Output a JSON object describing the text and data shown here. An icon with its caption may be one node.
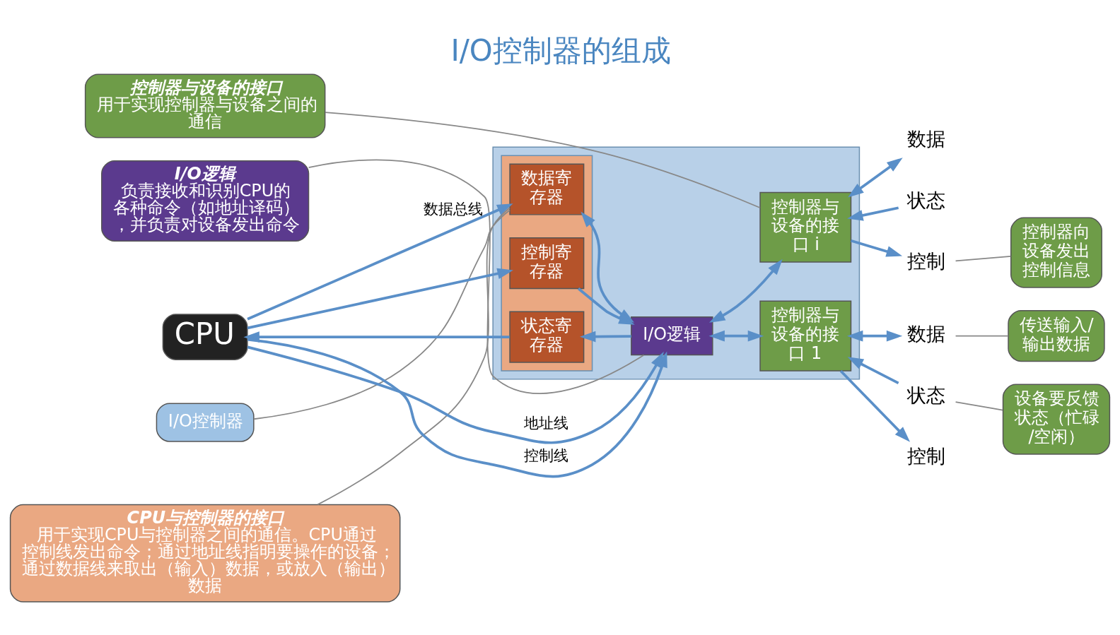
{
  "diagram": {
    "title": "I/O控制器的组成",
    "nodes": [
      {
        "text": [],
        "shape": "box"
      },
      {
        "text": [],
        "shape": "box",
        "in": 0
      },
      {
        "text": [
          "数据寄存器"
        ],
        "in": 1
      },
      {
        "text": [
          "控制寄存器"
        ],
        "in": 1
      },
      {
        "text": [
          "状态寄存器"
        ],
        "in": 1
      },
      {
        "text": [
          "I/O逻辑"
        ],
        "in": 0
      },
      {
        "text": [
          "控制器与设备的接口 1"
        ],
        "in": 0
      },
      {
        "text": [
          "控制器与设备的接口 i"
        ],
        "in": 0
      },
      {
        "text": [
          "CPU"
        ]
      },
      {
        "text": [
          "数据"
        ]
      },
      {
        "text": [
          "状态"
        ]
      },
      {
        "text": [
          "控制"
        ]
      },
      {
        "text": [
          "数据"
        ]
      },
      {
        "text": [
          "状态"
        ]
      },
      {
        "text": [
          "控制"
        ]
      },
      {
        "text": [
          "I/O控制器"
        ]
      },
      {
        "text": [
          "传送输入/输出数据"
        ]
      },
      {
        "text": [
          "设备要反馈状态（忙碌/空闲）"
        ]
      },
      {
        "text": [
          "CPU与控制器的接口",
          "用于实现CPU与控制器之间的通信。CPU通过控制线发出命令；通过地址线指明要操作的设备；通过数据线来取出（输入）数据，或放入（输出）数据"
        ]
      },
      {
        "text": [
          "I/O逻辑",
          "负责接收和识别CPU的各种命令（如地址译码），并负责对设备发出命令"
        ]
      },
      {
        "text": [
          "控制器与设备的接口",
          "用于实现控制器与设备之间的通信"
        ]
      },
      {
        "text": [
          "控制器向设备发出控制信息"
        ]
      }
    ],
    "edges": [
      {
        "from": 8,
        "to": 2,
        "arrow": "to",
        "label": "数据总线"
      },
      {
        "from": 8,
        "to": 3,
        "arrow": "to"
      },
      {
        "from": 4,
        "to": 8,
        "arrow": "to"
      },
      {
        "from": 8,
        "to": 5,
        "arrow": "to",
        "label": "地址线"
      },
      {
        "from": 8,
        "to": 5,
        "arrow": "to",
        "label": "控制线"
      },
      {
        "from": 5,
        "to": 2,
        "arrow": "both"
      },
      {
        "from": 3,
        "to": 5,
        "arrow": "to"
      },
      {
        "from": 5,
        "to": 4,
        "arrow": "to"
      },
      {
        "from": 5,
        "to": 6,
        "arrow": "both"
      },
      {
        "from": 5,
        "to": 7,
        "arrow": "both"
      },
      {
        "from": 6,
        "to": 9,
        "arrow": "both"
      },
      {
        "from": 10,
        "to": 6,
        "arrow": "to"
      },
      {
        "from": 6,
        "to": 11,
        "arrow": "to"
      },
      {
        "from": 7,
        "to": 12,
        "arrow": "both"
      },
      {
        "from": 13,
        "to": 7,
        "arrow": "to"
      },
      {
        "from": 7,
        "to": 14,
        "arrow": "to"
      },
      {
        "from": 15,
        "to": 0,
        "arrow": "none"
      },
      {
        "from": 16,
        "to": 9,
        "arrow": "none"
      },
      {
        "from": 17,
        "to": 10,
        "arrow": "none"
      },
      {
        "from": 18,
        "to": 1,
        "arrow": "none"
      },
      {
        "from": 19,
        "to": 5,
        "arrow": "none"
      },
      {
        "from": 20,
        "to": 7,
        "arrow": "none"
      },
      {
        "from": 21,
        "to": 14,
        "arrow": "none"
      }
    ]
  }
}
